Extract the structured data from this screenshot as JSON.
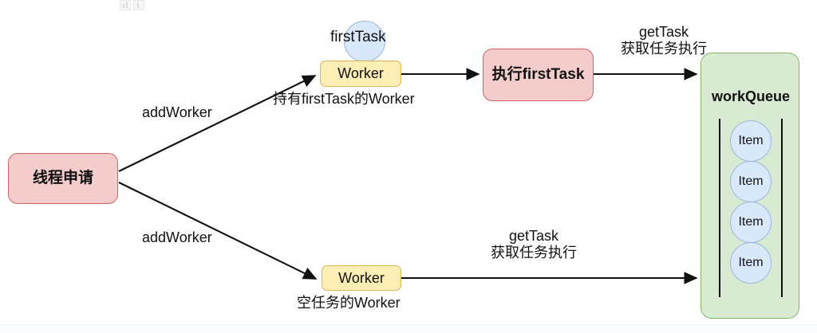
{
  "diagram": {
    "title": "Thread pool worker / workQueue flow",
    "colors": {
      "red_fill": "#f4cccc",
      "red_stroke": "#cc6666",
      "yellow_fill": "#fdeeb5",
      "yellow_stroke": "#d6b656",
      "green_fill": "#d9ead3",
      "green_stroke": "#82b366",
      "blue_fill": "#dae8fc",
      "blue_stroke": "#9ab6dd",
      "line": "#111111",
      "background": "#ffffff"
    },
    "nodes": {
      "thread_request": "线程申请",
      "worker_top": "Worker",
      "worker_bottom": "Worker",
      "exec_first_task": "执行firstTask",
      "work_queue": "workQueue",
      "first_task_circle": "firstTask"
    },
    "queue_items": [
      {
        "label": "Item"
      },
      {
        "label": "Item"
      },
      {
        "label": "Item"
      },
      {
        "label": "Item"
      }
    ],
    "edge_labels": {
      "add_worker_top": "addWorker",
      "add_worker_bottom": "addWorker",
      "hold_first_task_worker": "持有firstTask的Worker",
      "empty_task_worker": "空任务的Worker",
      "get_task_top_line1": "getTask",
      "get_task_top_line2": "获取任务执行",
      "get_task_bottom_line1": "getTask",
      "get_task_bottom_line2": "获取任务执行"
    }
  }
}
